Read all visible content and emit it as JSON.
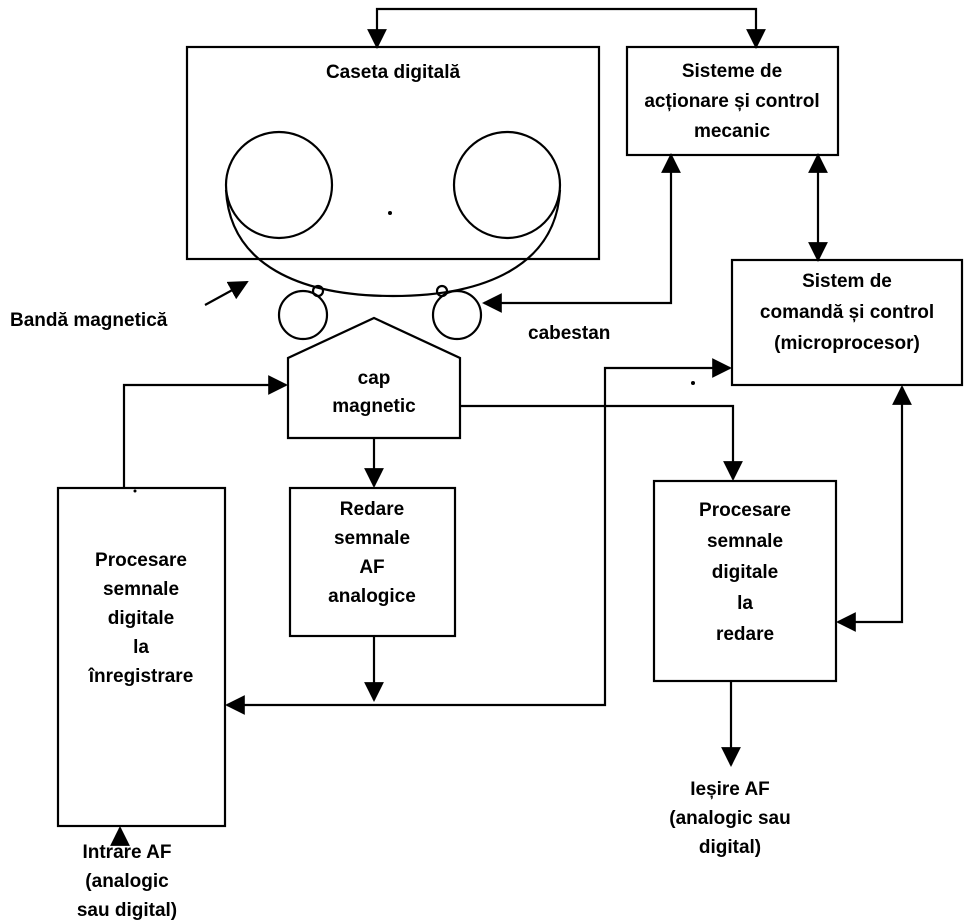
{
  "blocks": {
    "caseta": {
      "title": "Caseta digitală"
    },
    "actionare": {
      "lines": [
        "Sisteme de",
        "acționare și control",
        "mecanic"
      ]
    },
    "comanda": {
      "lines": [
        "Sistem de",
        "comandă și control",
        "(microprocesor)"
      ]
    },
    "cap": {
      "lines": [
        "cap",
        "magnetic"
      ]
    },
    "redare_analog": {
      "lines": [
        "Redare",
        "semnale",
        "AF",
        "analogice"
      ]
    },
    "proc_inreg": {
      "lines": [
        "Procesare",
        "semnale",
        "digitale",
        "la",
        "înregistrare"
      ]
    },
    "proc_redare": {
      "lines": [
        "Procesare",
        "semnale",
        "digitale",
        "la",
        "redare"
      ]
    }
  },
  "labels": {
    "banda": "Bandă magnetică",
    "cabestan": "cabestan",
    "intrare": [
      "Intrare AF",
      "(analogic",
      "sau digital)"
    ],
    "iesire": [
      "Ieșire AF",
      "(analogic sau",
      "digital)"
    ]
  }
}
